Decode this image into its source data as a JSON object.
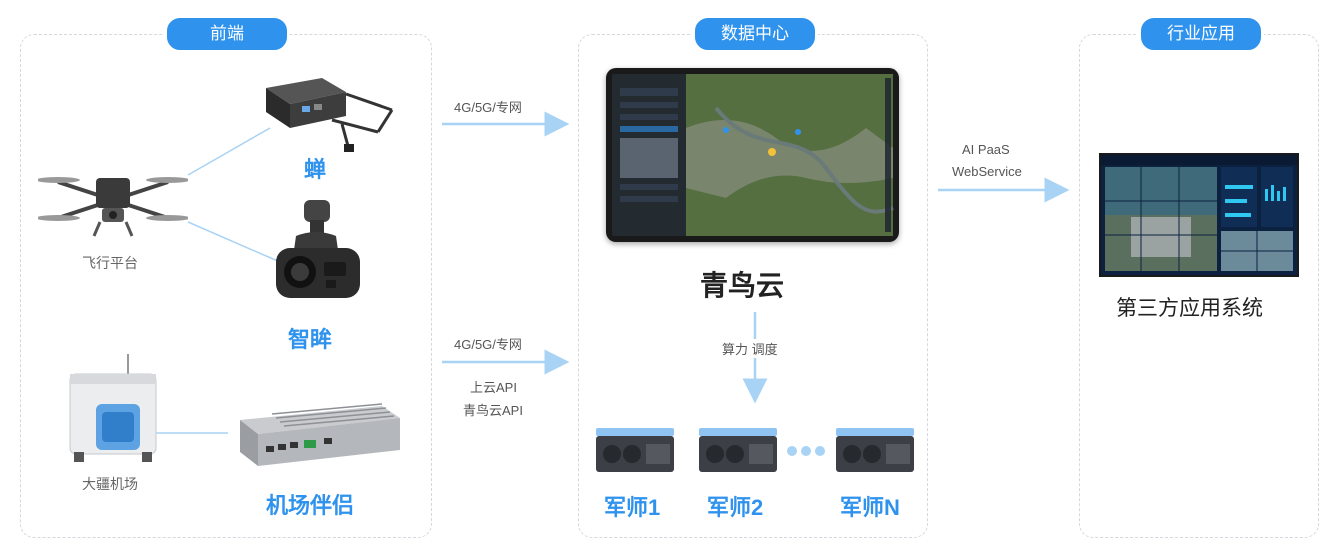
{
  "sections": {
    "frontend": "前端",
    "data_center": "数据中心",
    "industry": "行业应用"
  },
  "frontend": {
    "drone_label": "飞行平台",
    "chan": "蝉",
    "zhimou": "智眸",
    "dock_label": "大疆机场",
    "companion": "机场伴侣"
  },
  "links": {
    "top": "4G/5G/专网",
    "bottom": "4G/5G/专网",
    "bottom_sub1": "上云API",
    "bottom_sub2": "青鸟云API",
    "compute": "算力 调度",
    "ai1": "AI  PaaS",
    "ai2": "WebService"
  },
  "center": {
    "cloud_name": "青鸟云",
    "servers": [
      "军师1",
      "军师2",
      "军师N"
    ]
  },
  "industry": {
    "system_label": "第三方应用系统"
  },
  "colors": {
    "accent": "#2f93ee",
    "arrow": "#a9d3f5",
    "line": "#a9d3f5"
  }
}
